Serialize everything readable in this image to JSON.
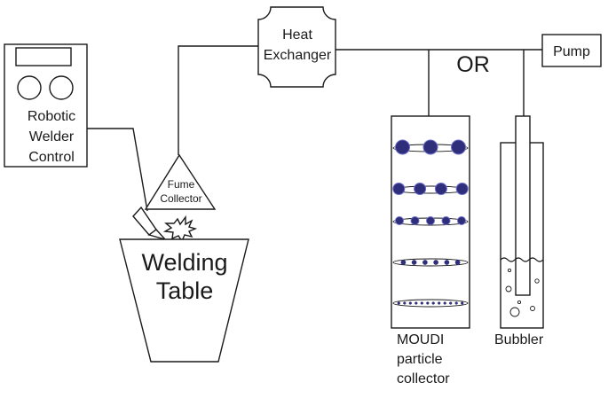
{
  "labels": {
    "robot_control": [
      "Robotic",
      "Welder",
      "Control"
    ],
    "heat_exchanger": [
      "Heat",
      "Exchanger"
    ],
    "fume_collector": [
      "Fume",
      "Collector"
    ],
    "welding_table": [
      "Welding",
      "Table"
    ],
    "pump": "Pump",
    "or": "OR",
    "moudi": [
      "MOUDI",
      "particle",
      "collector"
    ],
    "bubbler": "Bubbler"
  },
  "colors": {
    "stroke": "#1a1a1a",
    "particle": "#2e2e7a",
    "particle_highlight": "#6d6dcc"
  },
  "moudi_stages": [
    {
      "particles": 3,
      "size": "large"
    },
    {
      "particles": 4,
      "size": "medium"
    },
    {
      "particles": 5,
      "size": "small"
    },
    {
      "particles": 6,
      "size": "tiny"
    },
    {
      "particles": 12,
      "size": "micro"
    }
  ]
}
